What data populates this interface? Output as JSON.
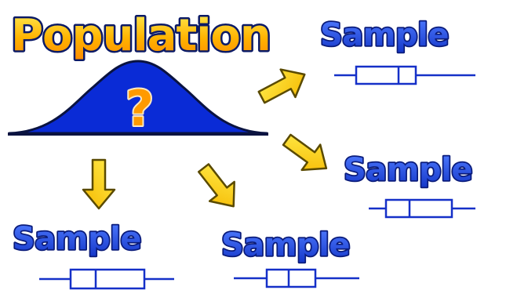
{
  "population": {
    "title": "Population",
    "curve_symbol": "?"
  },
  "samples": [
    {
      "label": "Sample"
    },
    {
      "label": "Sample"
    },
    {
      "label": "Sample"
    },
    {
      "label": "Sample"
    }
  ],
  "colors": {
    "population_fill_top": "#ffee55",
    "population_fill_bottom": "#ff8a00",
    "population_outline": "#0b1a66",
    "curve_fill": "#0a2bd6",
    "curve_outline": "#0a1340",
    "question_fill": "#ff9a00",
    "sample_fill": "#1f4fe0",
    "sample_outline": "#0a1b7a",
    "boxplot_stroke": "#1530c8",
    "arrow_fill": "#ffd400",
    "arrow_outline": "#5a4a00"
  },
  "icons": {
    "arrow": "thick-arrow-icon",
    "boxplot": "boxplot-icon",
    "curve": "bell-curve-icon"
  }
}
